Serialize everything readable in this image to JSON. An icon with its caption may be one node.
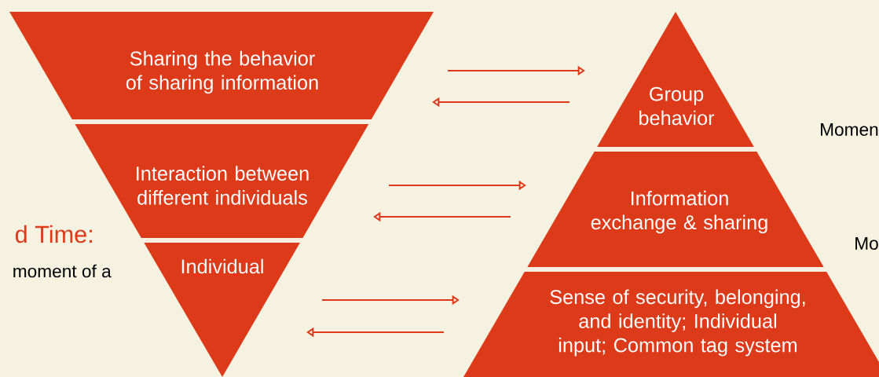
{
  "diagram": {
    "nodes": [
      {
        "text": [
          "Sharing the behavior of sharing information"
        ]
      },
      {
        "text": [
          "Interaction between different individuals"
        ]
      },
      {
        "text": [
          "Individual"
        ]
      },
      {
        "text": [
          "Group behavior"
        ]
      },
      {
        "text": [
          "Information exchange & sharing"
        ]
      },
      {
        "text": [
          "Sense of security, belonging, and identity; Individual input; Common tag system"
        ]
      }
    ],
    "edges": [
      {
        "from": 0,
        "to": 3,
        "arrow": "to"
      },
      {
        "from": 3,
        "to": 0,
        "arrow": "to"
      },
      {
        "from": 1,
        "to": 4,
        "arrow": "to"
      },
      {
        "from": 4,
        "to": 1,
        "arrow": "to"
      },
      {
        "from": 2,
        "to": 5,
        "arrow": "to"
      },
      {
        "from": 5,
        "to": 2,
        "arrow": "to"
      }
    ],
    "labels": [
      "d Time:",
      "moment of a",
      "Momen",
      "Mo"
    ]
  }
}
